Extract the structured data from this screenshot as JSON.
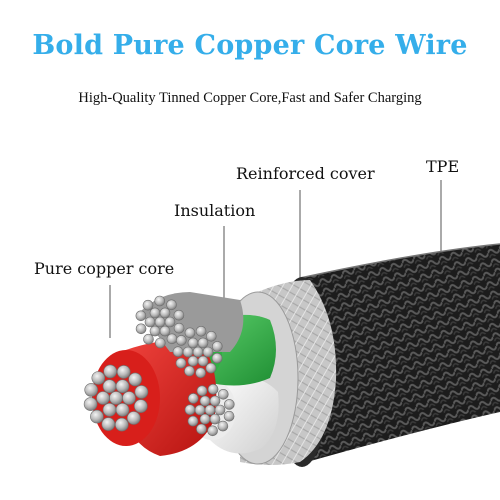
{
  "header": {
    "title": "Bold Pure Copper Core Wire",
    "subtitle": "High-Quality Tinned Copper Core,Fast and Safer Charging"
  },
  "callouts": {
    "tpe": "TPE",
    "reinforced_cover": "Reinforced cover",
    "insulation": "Insulation",
    "pure_copper_core": "Pure copper core"
  },
  "colors": {
    "title": "#35aeea",
    "red_insulation": "#e52622",
    "green_insulation": "#36b54a",
    "white_insulation": "#f2f2f2",
    "braid": "#1c1c1c",
    "foil": "#c9c9c9"
  }
}
